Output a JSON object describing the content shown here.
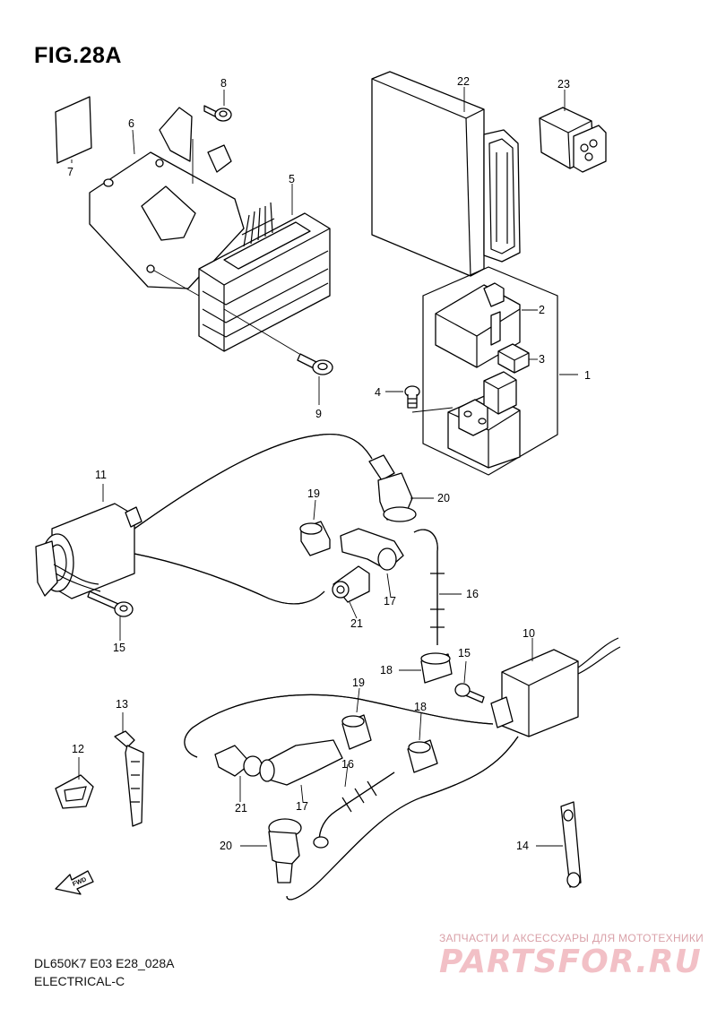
{
  "figure_title": "FIG.28A",
  "footer": {
    "model_code": "DL650K7 E03 E28_028A",
    "section": "ELECTRICAL-C"
  },
  "watermark": {
    "tagline": "ЗАПЧАСТИ И АКСЕССУАРЫ ДЛЯ МОТОТЕХНИКИ",
    "brand": "PARTSFOR.RU"
  },
  "direction_tag": "FWD",
  "callouts": [
    {
      "label": "1"
    },
    {
      "label": "2"
    },
    {
      "label": "3"
    },
    {
      "label": "4"
    },
    {
      "label": "5"
    },
    {
      "label": "6"
    },
    {
      "label": "7"
    },
    {
      "label": "8"
    },
    {
      "label": "9"
    },
    {
      "label": "10"
    },
    {
      "label": "11"
    },
    {
      "label": "12"
    },
    {
      "label": "13"
    },
    {
      "label": "14"
    },
    {
      "label": "15"
    },
    {
      "label": "15"
    },
    {
      "label": "16"
    },
    {
      "label": "16"
    },
    {
      "label": "17"
    },
    {
      "label": "17"
    },
    {
      "label": "18"
    },
    {
      "label": "18"
    },
    {
      "label": "19"
    },
    {
      "label": "19"
    },
    {
      "label": "20"
    },
    {
      "label": "20"
    },
    {
      "label": "21"
    },
    {
      "label": "21"
    },
    {
      "label": "22"
    },
    {
      "label": "23"
    }
  ]
}
